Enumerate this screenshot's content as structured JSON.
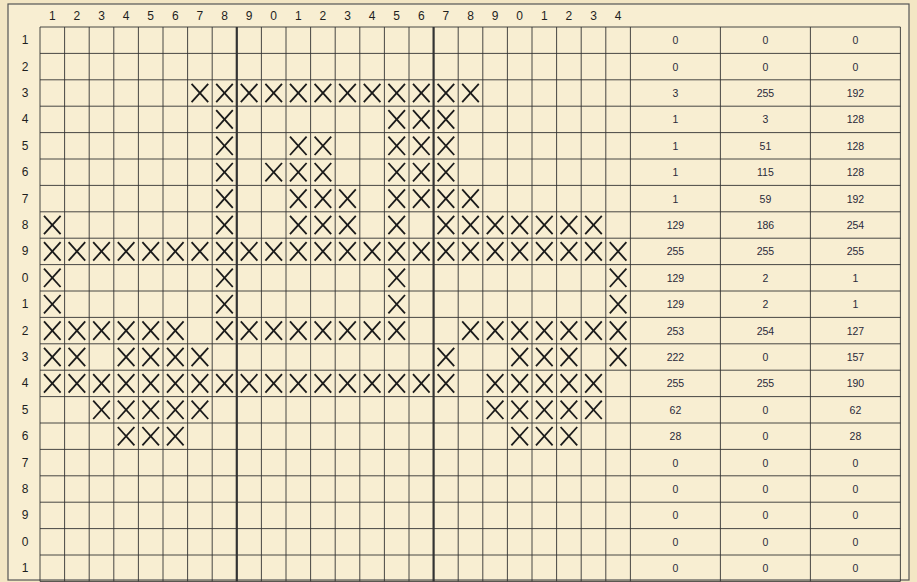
{
  "diagram": {
    "labels": [
      "1",
      "2",
      "3",
      "4",
      "5",
      "6",
      "7",
      "8",
      "9",
      "0",
      "1",
      "2",
      "3",
      "4",
      "5",
      "6",
      "7",
      "8",
      "9",
      "0",
      "1",
      "2",
      "3",
      "4",
      "1",
      "2",
      "3",
      "4",
      "5",
      "6",
      "7",
      "8",
      "9",
      "0",
      "1",
      "2",
      "3",
      "4",
      "5",
      "6",
      "7",
      "8",
      "9",
      "0",
      "1",
      "0",
      "0",
      "0",
      "0",
      "0",
      "0",
      "3",
      "255",
      "192",
      "1",
      "3",
      "128",
      "1",
      "51",
      "128",
      "1",
      "115",
      "128",
      "1",
      "59",
      "192",
      "129",
      "186",
      "254",
      "255",
      "255",
      "255",
      "129",
      "2",
      "1",
      "129",
      "2",
      "1",
      "253",
      "254",
      "127",
      "222",
      "0",
      "157",
      "255",
      "255",
      "190",
      "62",
      "0",
      "62",
      "28",
      "0",
      "28",
      "0",
      "0",
      "0",
      "0",
      "0",
      "0",
      "0",
      "0",
      "0",
      "0",
      "0",
      "0",
      "0",
      "0",
      "0"
    ]
  }
}
